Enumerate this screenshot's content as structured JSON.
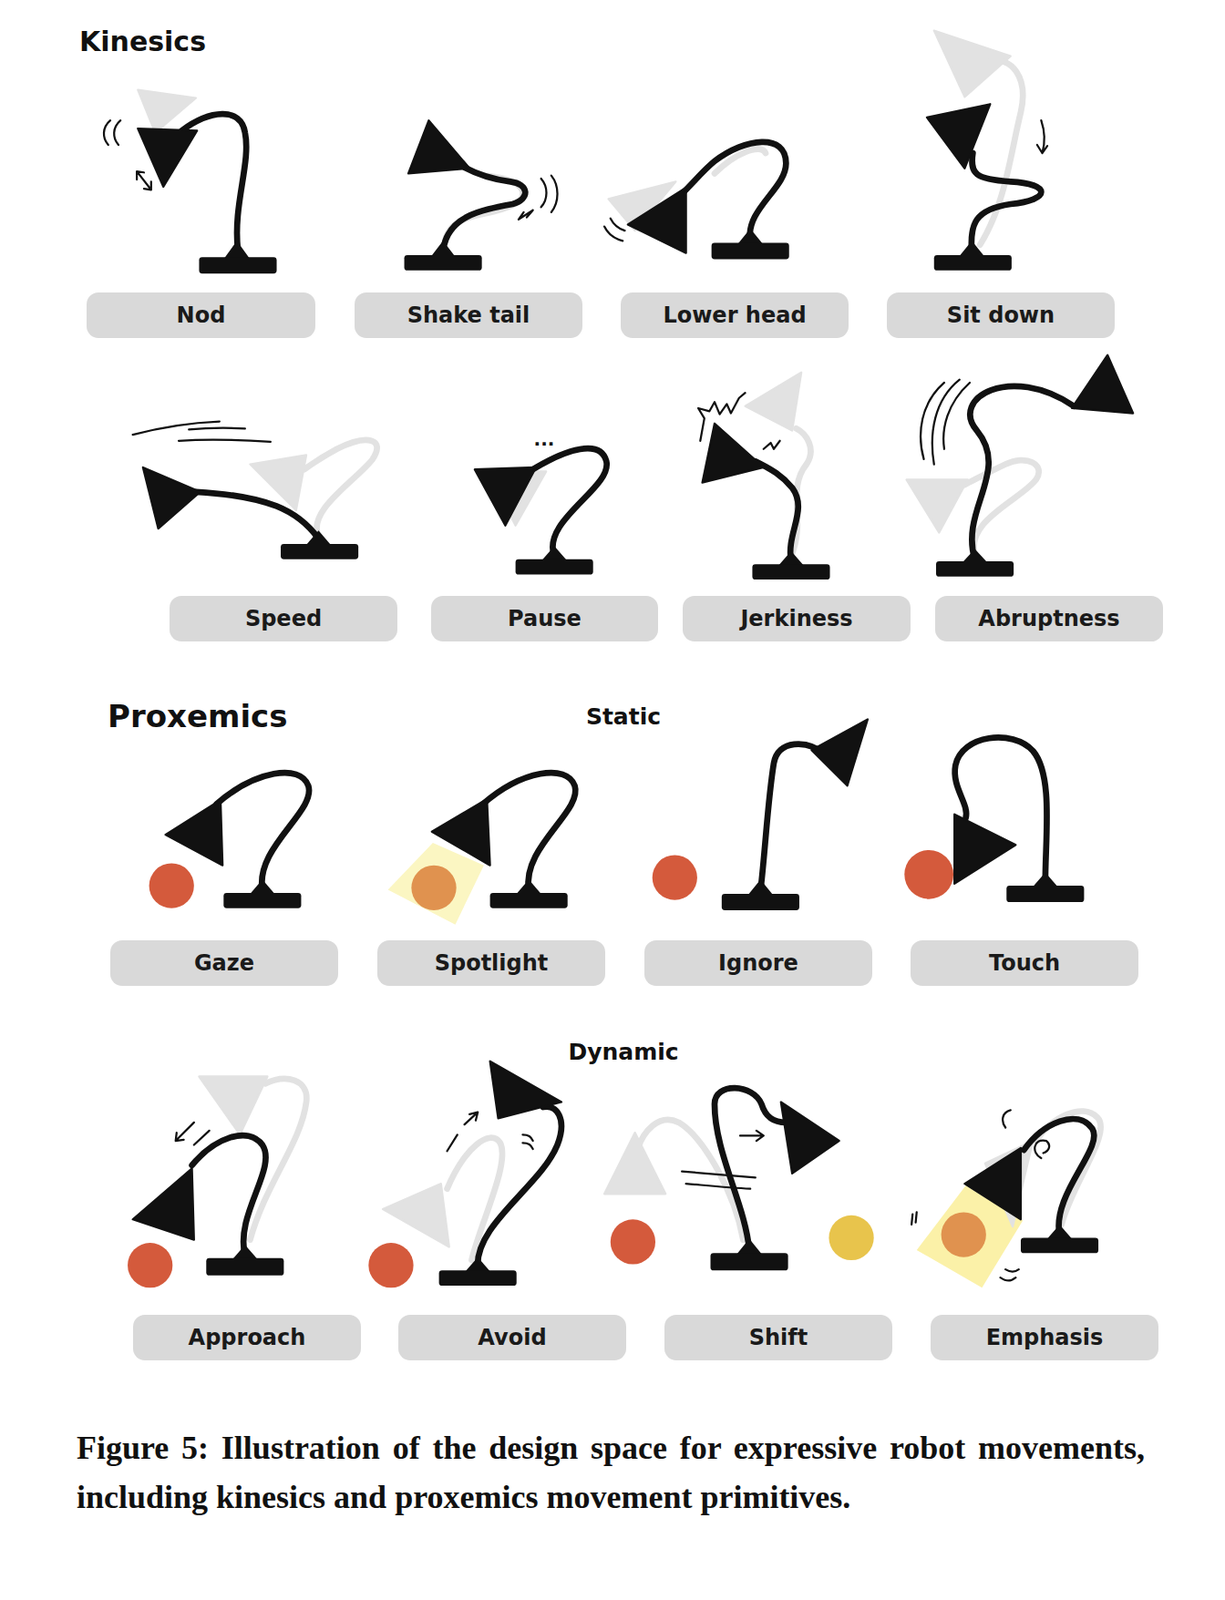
{
  "diagram": {
    "caption": "Figure 5: Illustration of the design space for expressive robot movements, including kinesics and proxemics movement primitives.",
    "nodes": [
      {
        "text": [
          "Nod"
        ]
      },
      {
        "text": [
          "Shake tail"
        ]
      },
      {
        "text": [
          "Lower head"
        ]
      },
      {
        "text": [
          "Sit down"
        ]
      },
      {
        "text": [
          "Speed"
        ]
      },
      {
        "text": [
          "Pause"
        ]
      },
      {
        "text": [
          "Jerkiness"
        ]
      },
      {
        "text": [
          "Abruptness"
        ]
      },
      {
        "text": [
          "Gaze"
        ]
      },
      {
        "text": [
          "Spotlight"
        ]
      },
      {
        "text": [
          "Ignore"
        ]
      },
      {
        "text": [
          "Touch"
        ]
      },
      {
        "text": [
          "Approach"
        ]
      },
      {
        "text": [
          "Avoid"
        ]
      },
      {
        "text": [
          "Shift"
        ]
      },
      {
        "text": [
          "Emphasis"
        ]
      }
    ],
    "labels": [
      "Kinesics",
      "...",
      "Proxemics",
      "Static",
      "Dynamic"
    ]
  }
}
